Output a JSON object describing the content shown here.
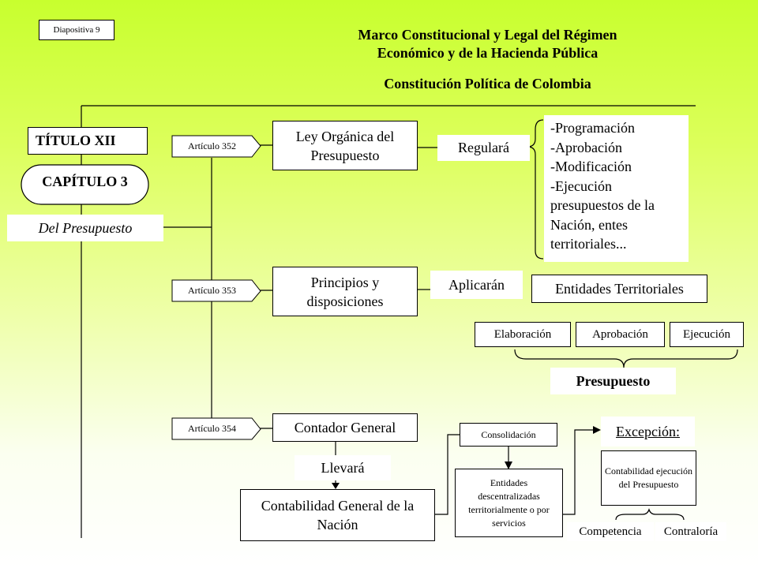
{
  "slide_tag": "Diapositiva 9",
  "title_line1": "Marco Constitucional y Legal del Régimen",
  "title_line2": "Económico y de la Hacienda Pública",
  "subtitle": "Constitución Política de Colombia",
  "titulo": "TÍTULO XII",
  "capitulo": "CAPÍTULO 3",
  "del_presupuesto": "Del Presupuesto",
  "art352": "Artículo 352",
  "art353": "Artículo 353",
  "art354": "Artículo 354",
  "ley_organica": "Ley Orgánica del Presupuesto",
  "regulara": "Regulará",
  "regulara_list": [
    "-Programación",
    "-Aprobación",
    "-Modificación",
    "-Ejecución",
    "presupuestos de la",
    "Nación, entes",
    "territoriales..."
  ],
  "principios": "Principios y disposiciones",
  "aplicaran": "Aplicarán",
  "entidades_territoriales": "Entidades Territoriales",
  "elaboracion": "Elaboración",
  "aprobacion": "Aprobación",
  "ejecucion": "Ejecución",
  "presupuesto": "Presupuesto",
  "contador_general": "Contador General",
  "llevara": "Llevará",
  "contabilidad_general": "Contabilidad General de la Nación",
  "consolidacion": "Consolidación",
  "entidades_descentralizadas": "Entidades descentralizadas territorialmente o por servicios",
  "excepcion": "Excepción:",
  "contabilidad_ejecucion": "Contabilidad ejecución del Presupuesto",
  "competencia": "Competencia",
  "contraloria": "Contraloría"
}
